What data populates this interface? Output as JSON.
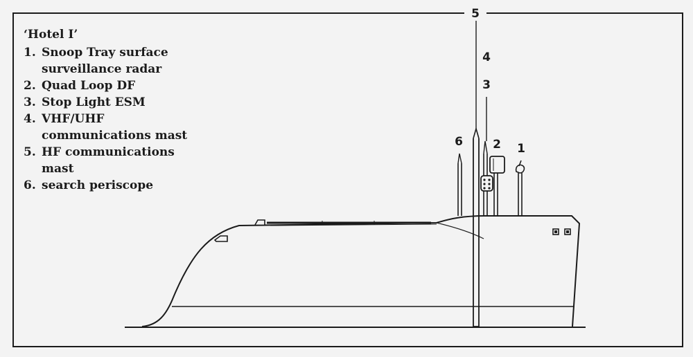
{
  "legend": {
    "title": "‘Hotel I’",
    "items": [
      {
        "num": "1.",
        "text": "Snoop Tray surface surveillance radar"
      },
      {
        "num": "2.",
        "text": "Quad Loop DF"
      },
      {
        "num": "3.",
        "text": "Stop Light ESM"
      },
      {
        "num": "4.",
        "text": "VHF/UHF communications mast"
      },
      {
        "num": "5.",
        "text": "HF communications mast"
      },
      {
        "num": "6.",
        "text": "search periscope"
      }
    ]
  },
  "callouts": {
    "c1": "1",
    "c2": "2",
    "c3": "3",
    "c4": "4",
    "c5": "5",
    "c6": "6"
  }
}
